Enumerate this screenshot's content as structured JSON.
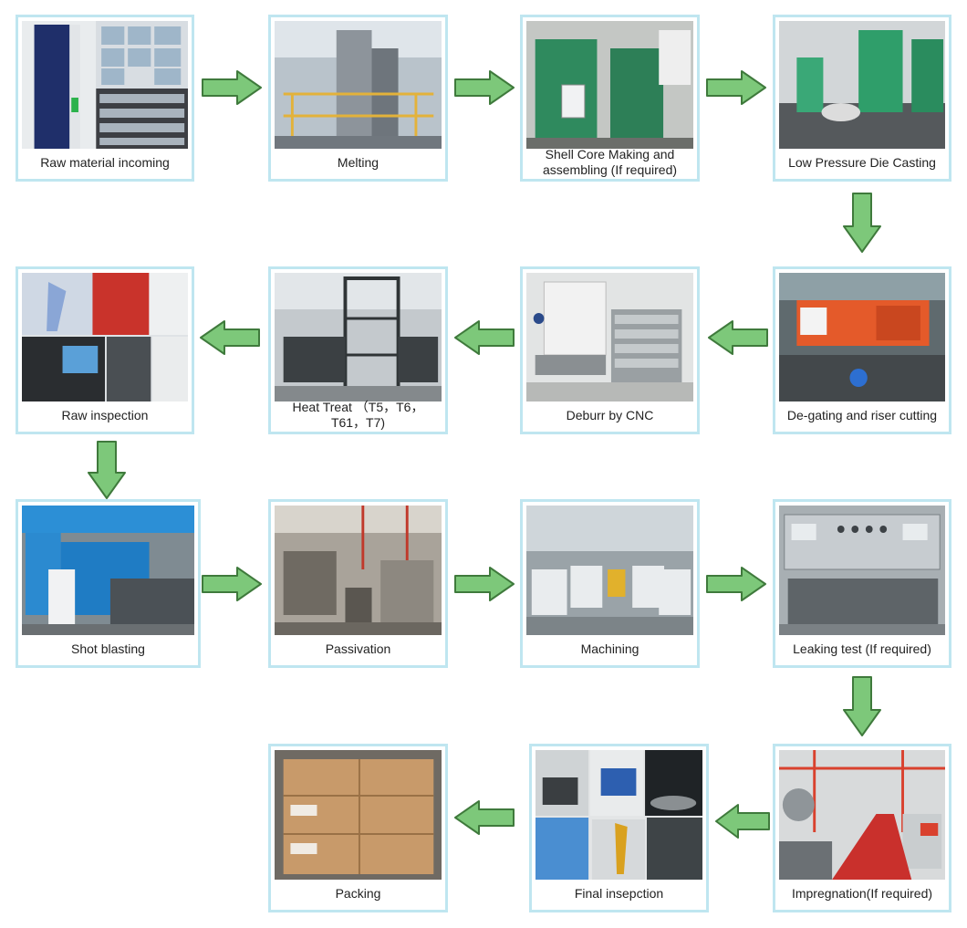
{
  "colors": {
    "box_border": "#bfe6f0",
    "arrow_fill": "#7dc87a",
    "arrow_stroke": "#3f7a3c"
  },
  "steps": [
    {
      "label": "Raw material incoming",
      "photo": "raw-material-warehouse"
    },
    {
      "label": "Melting",
      "photo": "melting-furnace"
    },
    {
      "label": "Shell Core Making and assembling  (If required)",
      "photo": "shell-core-machines"
    },
    {
      "label": "Low Pressure Die Casting",
      "photo": "die-casting-machines"
    },
    {
      "label": "De-gating and riser cutting",
      "photo": "band-saw-cutting"
    },
    {
      "label": "Deburr by CNC",
      "photo": "cnc-deburr-parts"
    },
    {
      "label": "Heat Treat （T5，T6，T61，T7)",
      "photo": "heat-treat-tower"
    },
    {
      "label": "Raw inspection",
      "photo": "inspection-lab"
    },
    {
      "label": "Shot blasting",
      "photo": "shot-blasting-machine"
    },
    {
      "label": "Passivation",
      "photo": "passivation-line"
    },
    {
      "label": "Machining",
      "photo": "machining-workshop"
    },
    {
      "label": "Leaking test (If required)",
      "photo": "leak-test-station"
    },
    {
      "label": "Impregnation(If required)",
      "photo": "impregnation-line"
    },
    {
      "label": "Final insepction",
      "photo": "final-inspection-instruments"
    },
    {
      "label": "Packing",
      "photo": "packed-cartons"
    }
  ]
}
